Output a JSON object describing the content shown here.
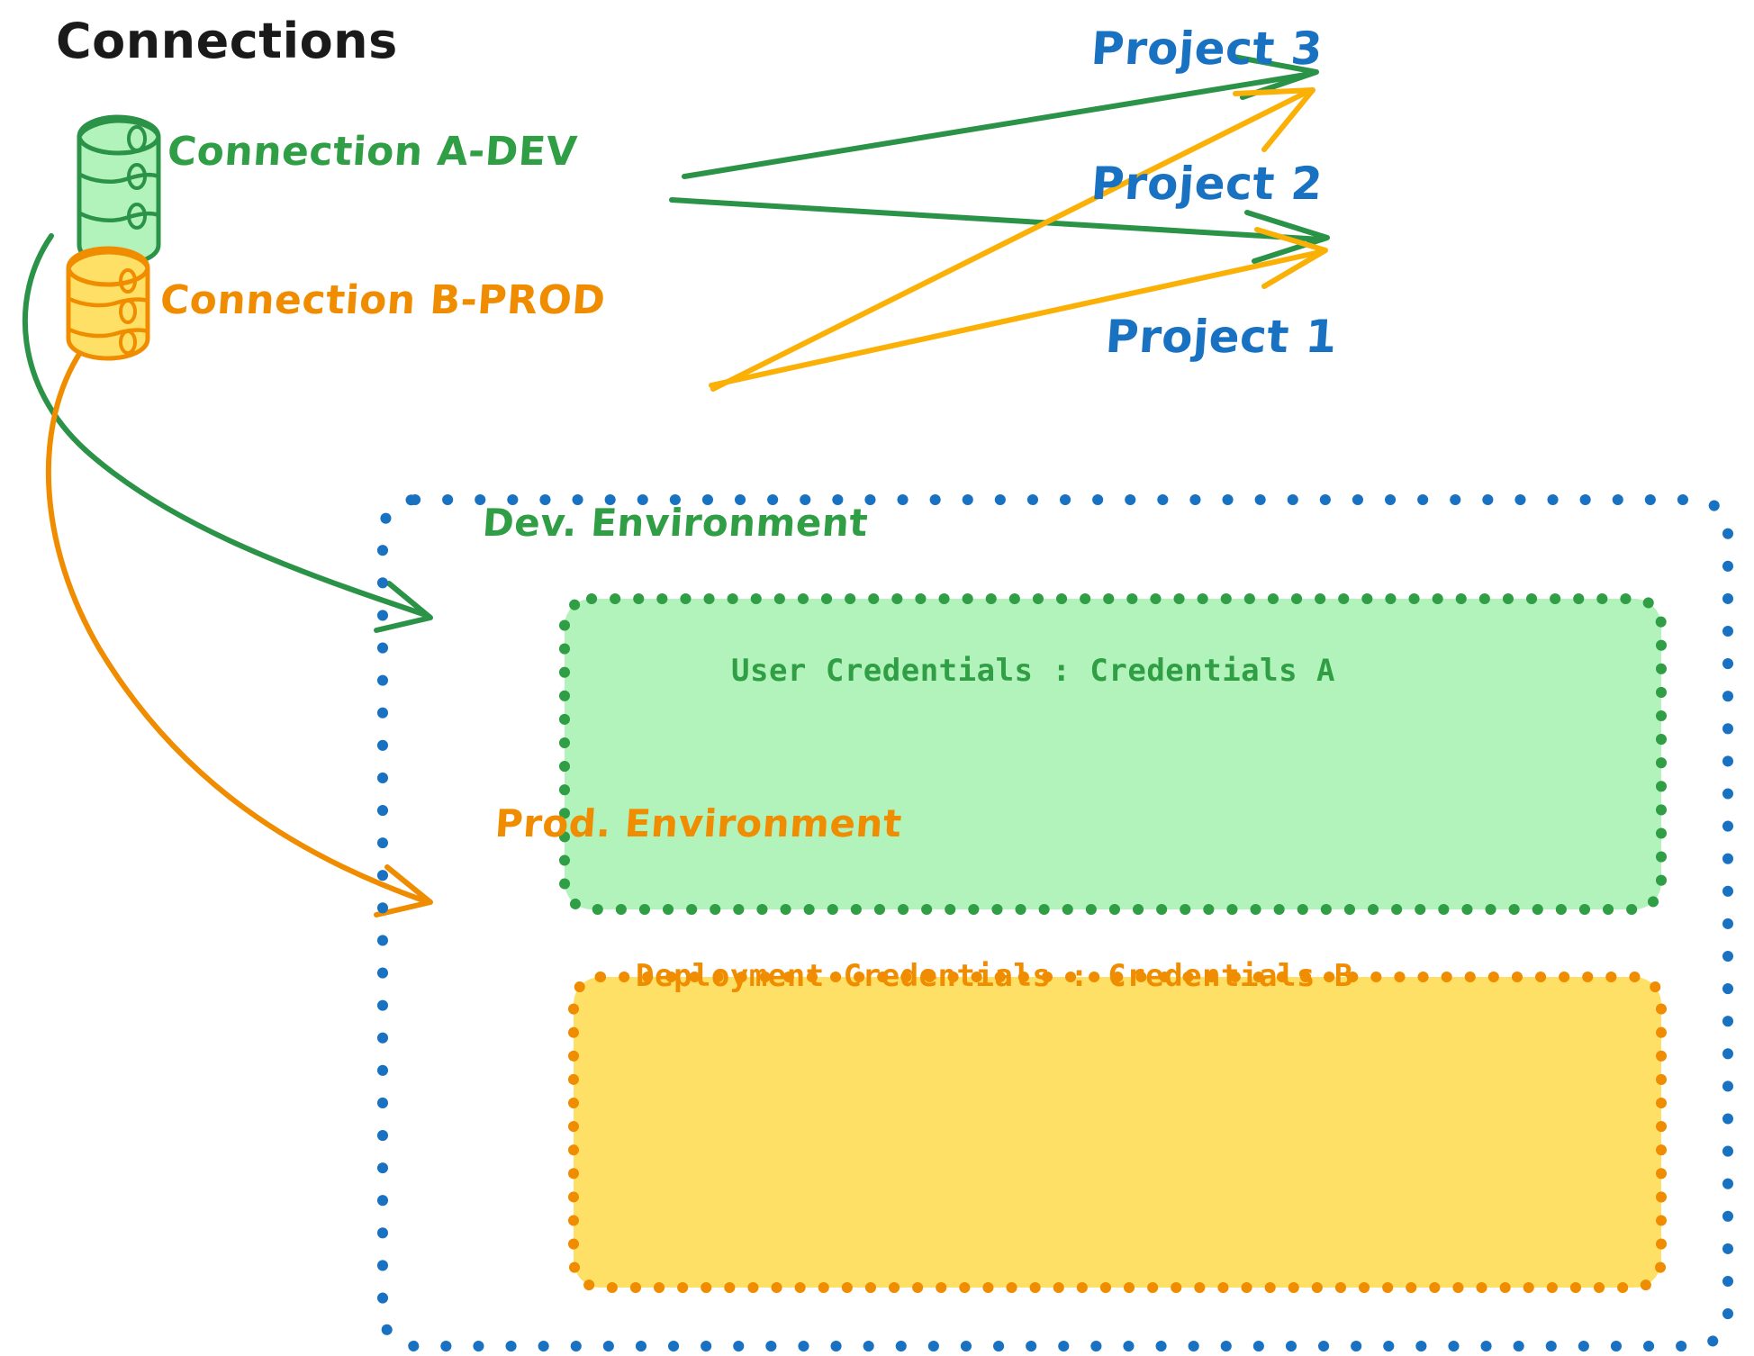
{
  "diagram": {
    "title": "Connections",
    "background_color": "#ffffff"
  },
  "connections": [
    {
      "id": "connection-a-dev",
      "label": "Connection A-DEV",
      "icon": "database-cylinder-icon",
      "color": "#2f9e44",
      "fill": "#b2f2bb",
      "targets": [
        "Project 3",
        "Project 2",
        "Dev. Environment"
      ]
    },
    {
      "id": "connection-b-prod",
      "label": "Connection B-PROD",
      "icon": "database-cylinder-icon",
      "color": "#f08c00",
      "fill": "#ffe066",
      "targets": [
        "Project 3",
        "Project 2",
        "Prod. Environment"
      ]
    }
  ],
  "projects": [
    {
      "id": "project-3",
      "label": "Project 3",
      "color": "#1971c2"
    },
    {
      "id": "project-2",
      "label": "Project 2",
      "color": "#1971c2"
    },
    {
      "id": "project-1",
      "label": "Project 1",
      "color": "#1971c2"
    }
  ],
  "project_1_container": {
    "label": "Project 1",
    "border_color": "#1971c2",
    "border_style": "dotted",
    "environments": [
      {
        "id": "dev-environment",
        "title": "Dev. Environment",
        "credentials_label": "User Credentials",
        "credentials_separator": ":",
        "credentials_value": "Credentials A",
        "credentials_full": "User Credentials : Credentials A",
        "border_color": "#2f9e44",
        "fill_color": "#b2f2bb",
        "text_color": "#2f9e44"
      },
      {
        "id": "prod-environment",
        "title": "Prod. Environment",
        "credentials_label": "Deployment Credentials",
        "credentials_separator": ":",
        "credentials_value": "Credentials B",
        "credentials_full": "Deployment Credentials : Credentials B",
        "border_color": "#f08c00",
        "fill_color": "#ffe066",
        "text_color": "#f08c00"
      }
    ]
  },
  "colors": {
    "green_stroke": "#2f9e44",
    "green_fill": "#b2f2bb",
    "orange_stroke": "#f08c00",
    "orange_fill": "#ffe066",
    "blue": "#1971c2",
    "amber_arrow": "#fab005",
    "title_black": "#1a1a1a"
  }
}
